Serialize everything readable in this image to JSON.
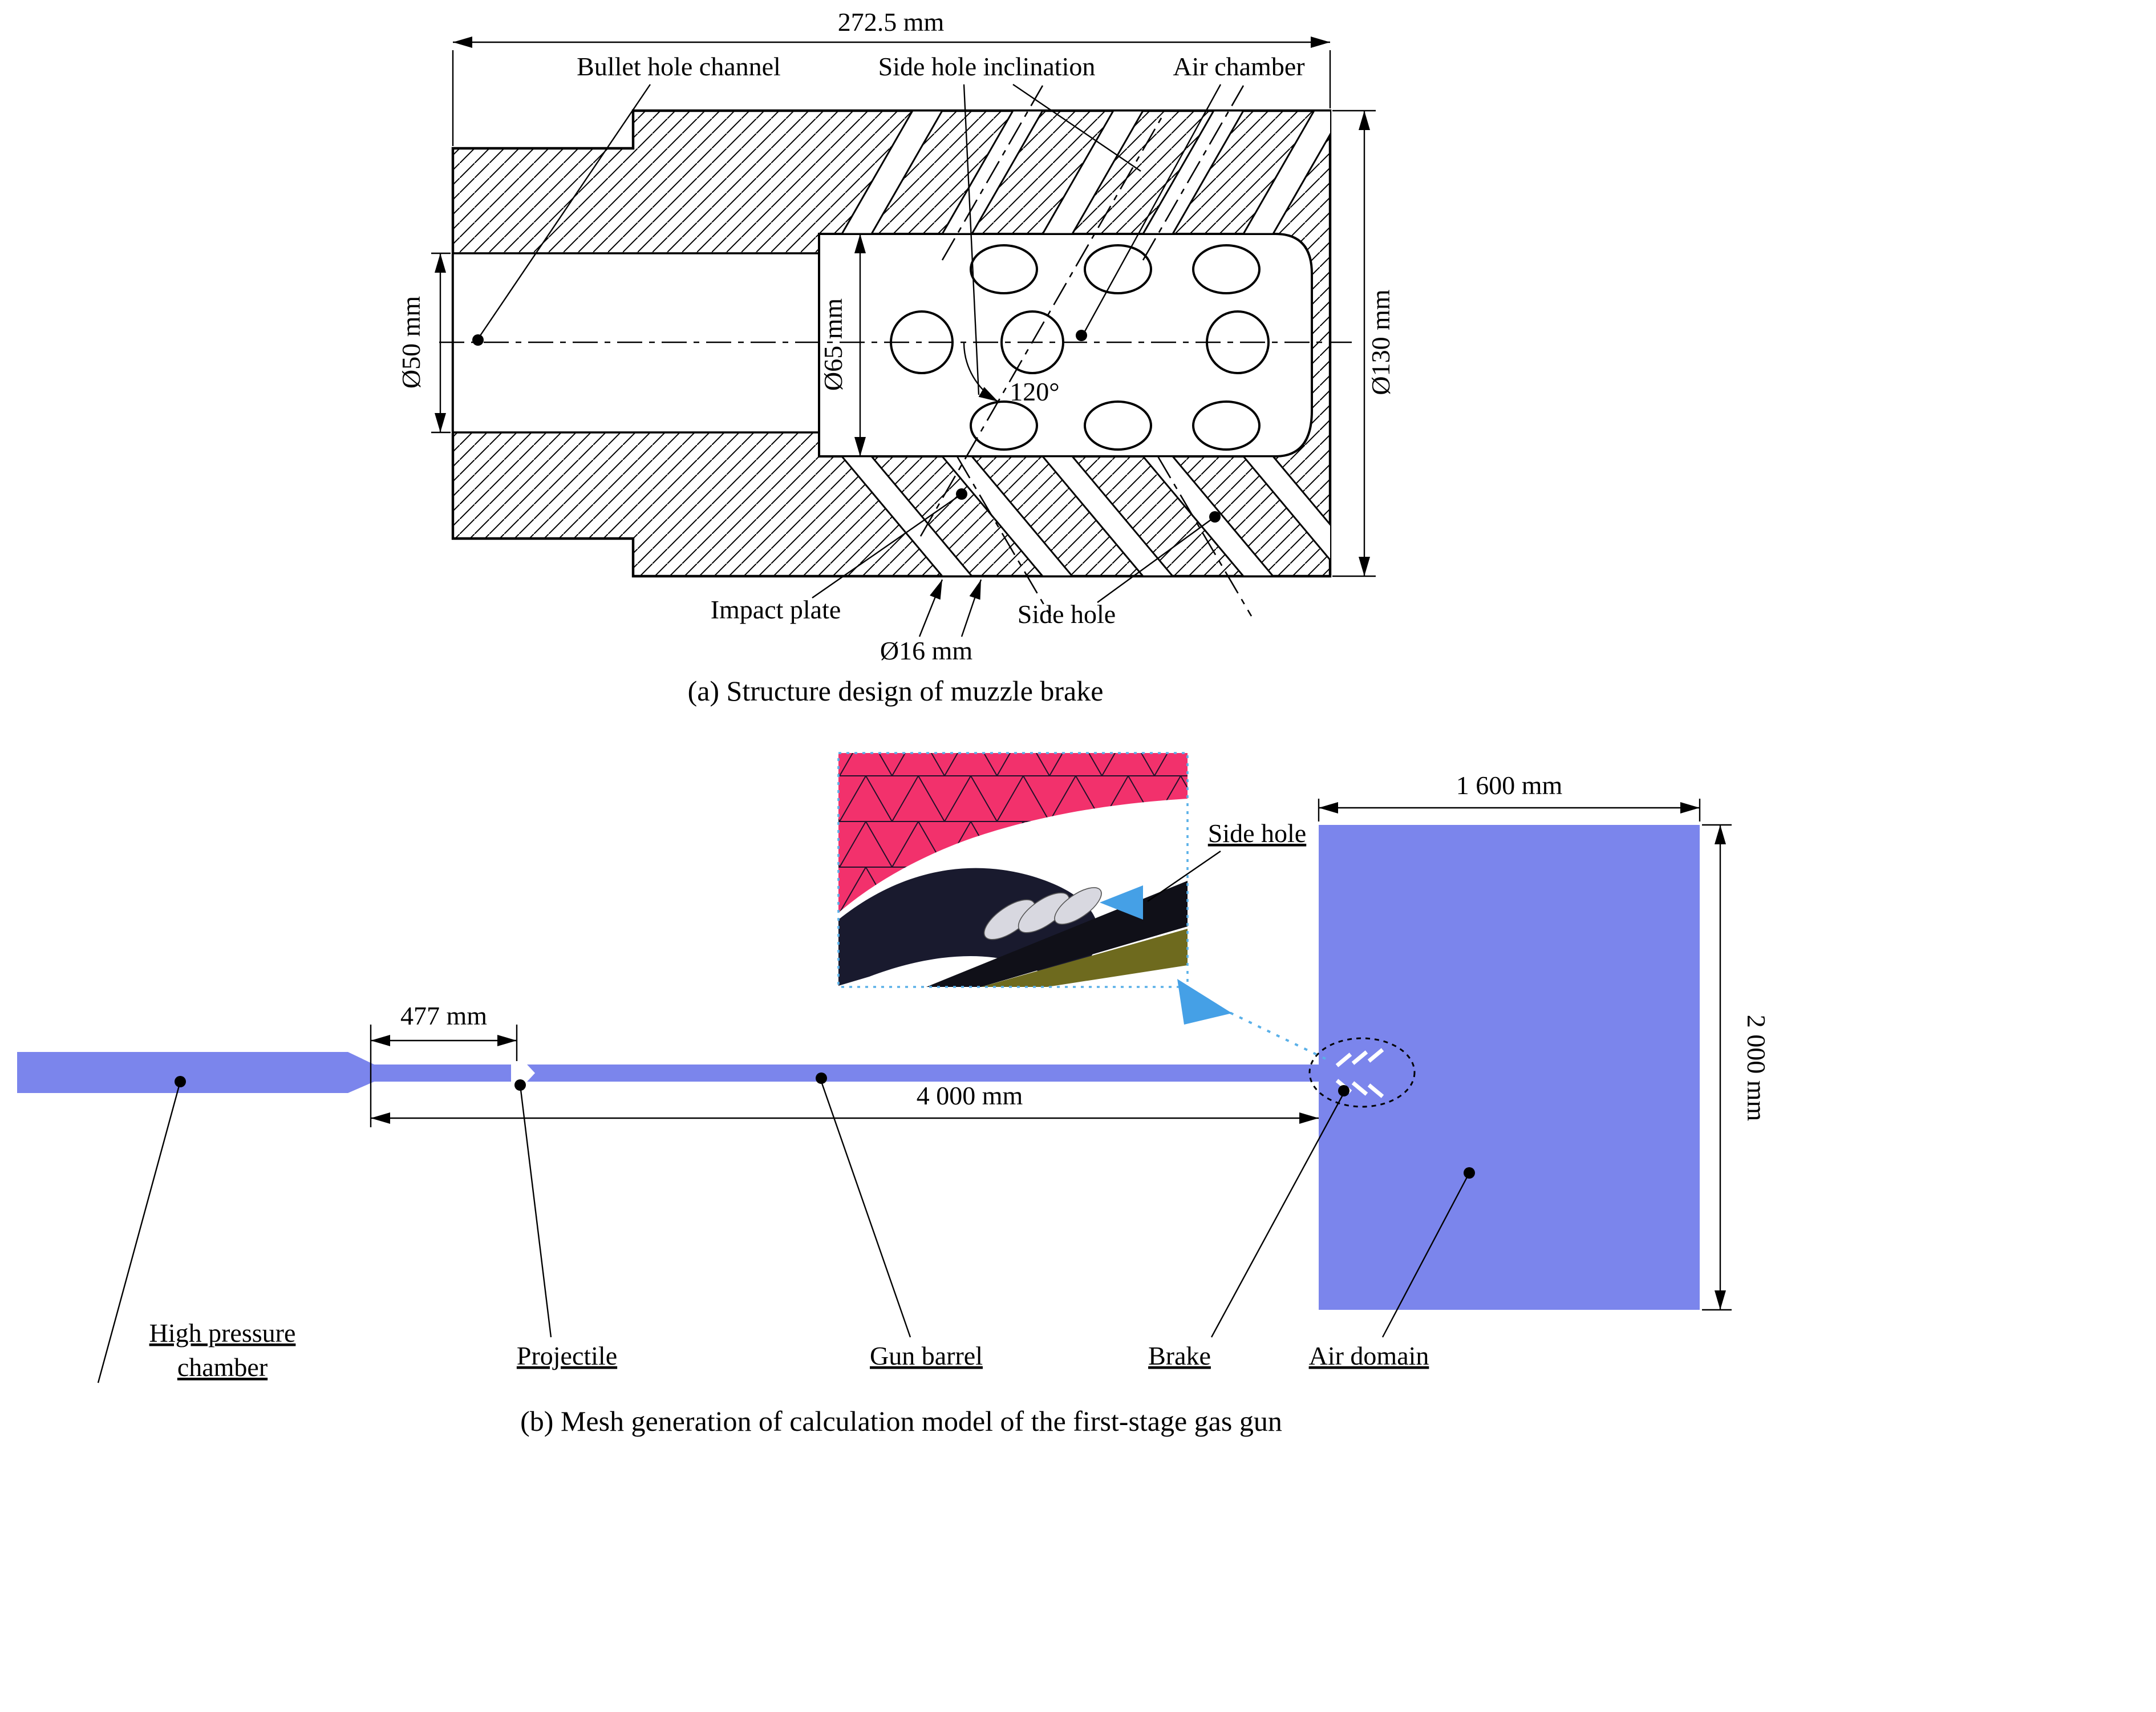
{
  "figure": {
    "part_a": {
      "dim_overall_length": "272.5 mm",
      "labels": {
        "bullet_hole_channel": "Bullet hole channel",
        "side_hole_inclination": "Side hole inclination",
        "air_chamber": "Air chamber",
        "impact_plate": "Impact plate",
        "side_hole": "Side hole"
      },
      "dims": {
        "bore": "Ø50 mm",
        "middle": "Ø65 mm",
        "outer": "Ø130 mm",
        "hole": "Ø16 mm",
        "angle": "120°"
      },
      "caption": "(a) Structure design of muzzle brake"
    },
    "part_b": {
      "dims": {
        "projectile_offset": "477 mm",
        "barrel_length": "4 000 mm",
        "domain_width": "1 600 mm",
        "domain_height": "2 000 mm"
      },
      "labels": {
        "side_hole": "Side hole",
        "high_pressure_chamber_line1": "High pressure",
        "high_pressure_chamber_line2": "chamber",
        "projectile": "Projectile",
        "gun_barrel": "Gun barrel",
        "brake": "Brake",
        "air_domain": "Air domain"
      },
      "caption": "(b) Mesh generation of calculation model of the first-stage gas gun"
    },
    "colors": {
      "model_blue": "#7b85ec",
      "mesh_pink": "#f2316c",
      "callout_blue": "#45a0e6"
    }
  }
}
